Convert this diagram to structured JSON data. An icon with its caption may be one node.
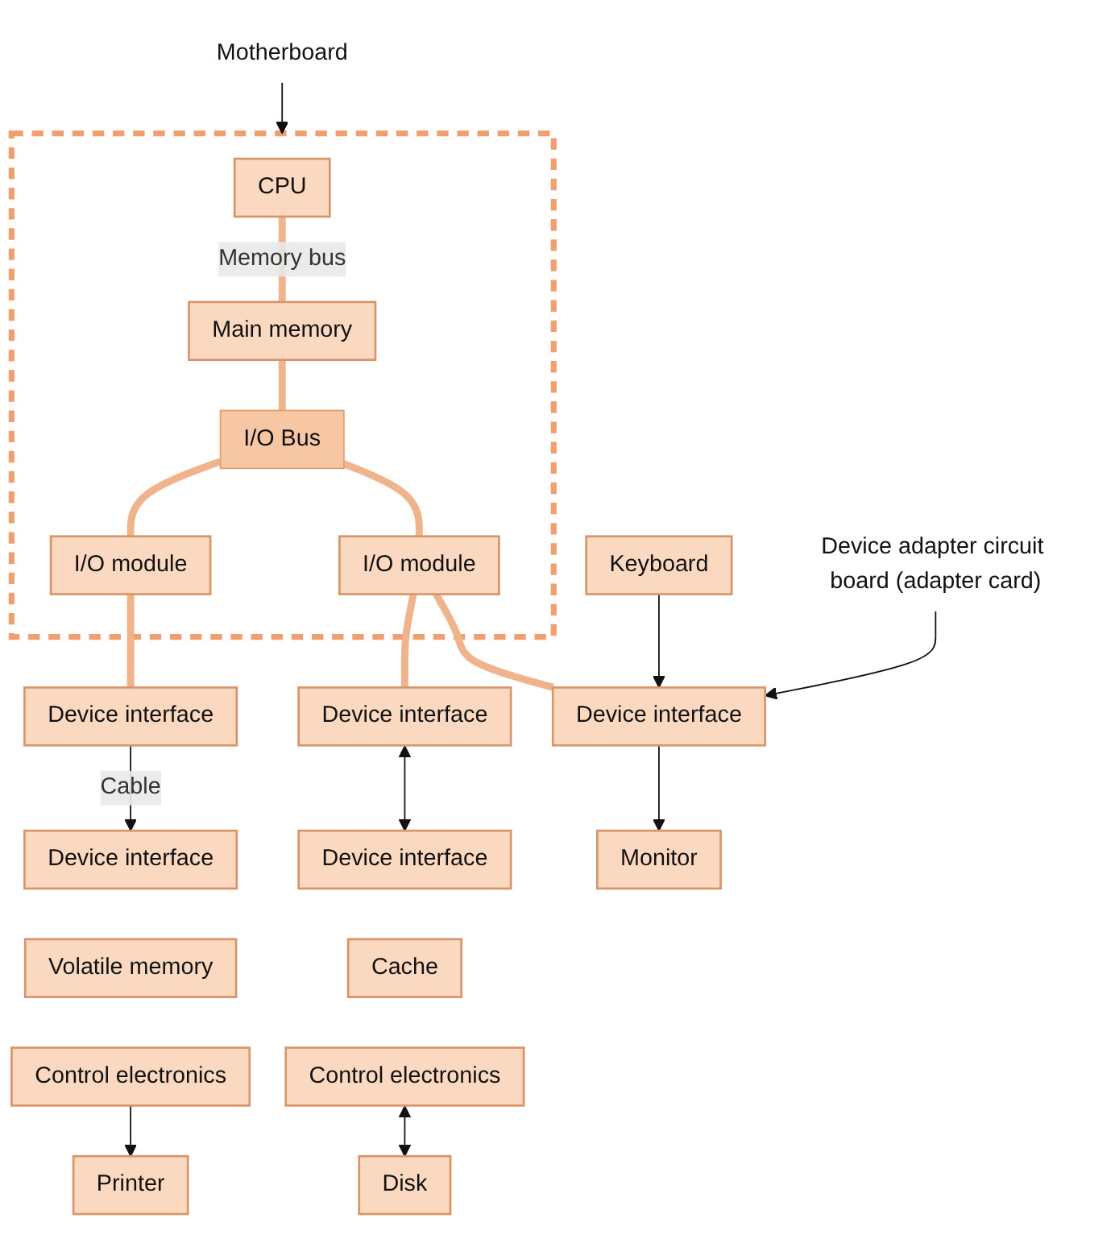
{
  "diagram": {
    "nodes": [
      {
        "text": [],
        "shape": "box"
      },
      {
        "text": [
          "CPU"
        ],
        "in": 0
      },
      {
        "text": [
          "Main memory"
        ],
        "in": 0
      },
      {
        "text": [
          "I/O Bus"
        ],
        "in": 0
      },
      {
        "text": [
          "I/O module"
        ],
        "in": 0
      },
      {
        "text": [
          "I/O module"
        ],
        "in": 0
      },
      {
        "text": [
          "Device interface"
        ]
      },
      {
        "text": [
          "Device interface"
        ]
      },
      {
        "text": [
          "Device interface"
        ]
      },
      {
        "text": [
          "Monitor"
        ]
      },
      {
        "text": [
          "Keyboard"
        ]
      },
      {
        "text": [
          "Device adapter circuit board (adapter card)"
        ]
      },
      {
        "text": [
          "Motherboard"
        ]
      },
      {
        "text": [
          "Device interface"
        ]
      },
      {
        "text": [
          "Volatile memory"
        ]
      },
      {
        "text": [
          "Control electronics"
        ]
      },
      {
        "text": [
          "Device interface"
        ]
      },
      {
        "text": [
          "Cache"
        ]
      },
      {
        "text": [
          "Control electronics"
        ]
      },
      {
        "text": [
          "Disk"
        ]
      },
      {
        "text": [
          "Printer"
        ]
      }
    ],
    "edges": [
      {
        "from": 1,
        "to": 2,
        "arrow": "none",
        "label": "Memory bus",
        "style": "thick",
        "color": "#f0b48c"
      },
      {
        "from": 2,
        "to": 3,
        "arrow": "none",
        "style": "thick",
        "color": "#f0b48c"
      },
      {
        "from": 3,
        "to": 4,
        "arrow": "none",
        "style": "thick",
        "color": "#f0b48c"
      },
      {
        "from": 3,
        "to": 5,
        "arrow": "none",
        "style": "thick",
        "color": "#f0b48c"
      },
      {
        "from": 4,
        "to": 7,
        "arrow": "none",
        "style": "thick",
        "color": "#f0b48c"
      },
      {
        "from": 5,
        "to": 8,
        "arrow": "none",
        "style": "thick",
        "color": "#f0b48c"
      },
      {
        "from": 5,
        "to": 6,
        "arrow": "none",
        "style": "thick",
        "color": "#f0b48c"
      },
      {
        "from": 6,
        "to": 9,
        "arrow": "to"
      },
      {
        "from": 10,
        "to": 6,
        "arrow": "to"
      },
      {
        "from": 11,
        "to": 6,
        "arrow": "to"
      },
      {
        "from": 12,
        "to": 0,
        "arrow": "to"
      },
      {
        "from": 7,
        "to": 13,
        "arrow": "to",
        "label": "Cable"
      },
      {
        "from": 8,
        "to": 16,
        "arrow": "both"
      },
      {
        "from": 18,
        "to": 19,
        "arrow": "both"
      },
      {
        "from": 15,
        "to": 20,
        "arrow": "to"
      }
    ]
  }
}
